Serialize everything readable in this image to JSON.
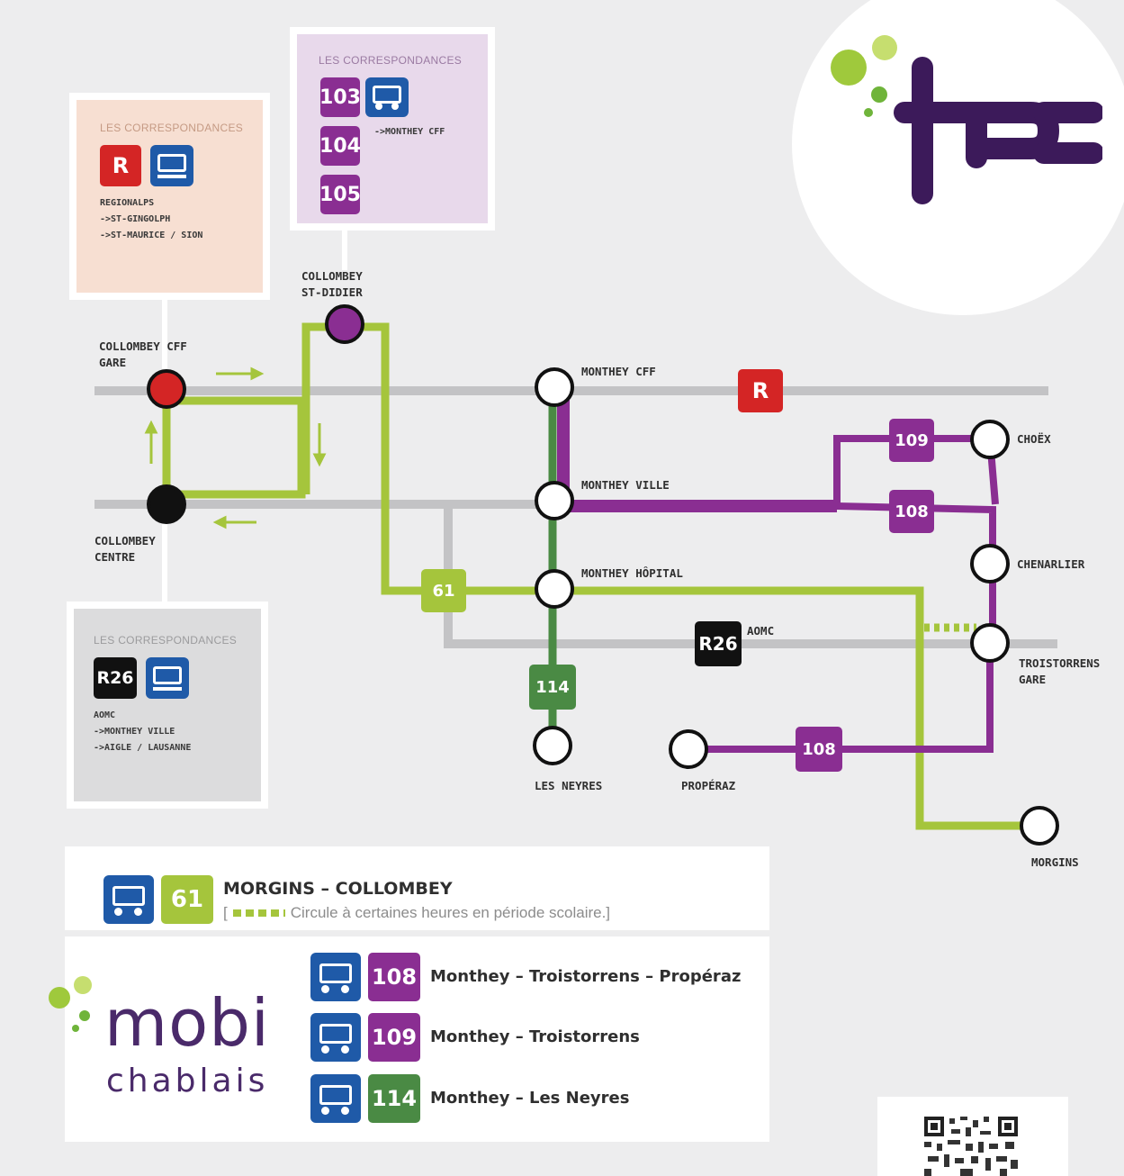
{
  "brand": {
    "tpc_logo": "tpc",
    "mobi": "mobi",
    "chablais": "chablais"
  },
  "boxes": {
    "correspondances_title": "LES CORRESPONDANCES",
    "top": {
      "lines": [
        "103",
        "104",
        "105"
      ],
      "dest": "->MONTHEY CFF"
    },
    "left": {
      "badge": "R",
      "lines": [
        "REGIONALPS",
        "->ST-GINGOLPH",
        "->ST-MAURICE / SION"
      ]
    },
    "bottom": {
      "badge": "R26",
      "lines": [
        "AOMC",
        "->MONTHEY VILLE",
        "->AIGLE / LAUSANNE"
      ]
    }
  },
  "stops": {
    "collombey_st_didier": "COLLOMBEY\nST-DIDIER",
    "collombey_cff_gare": "COLLOMBEY CFF\nGARE",
    "collombey_centre": "COLLOMBEY\nCENTRE",
    "monthey_cff": "MONTHEY CFF",
    "monthey_ville": "MONTHEY VILLE",
    "monthey_hopital": "MONTHEY HÔPITAL",
    "choex": "CHOËX",
    "chenarlier": "CHENARLIER",
    "troistorrens_gare": "TROISTORRENS\nGARE",
    "les_neyres": "LES NEYRES",
    "properaz": "PROPÉRAZ",
    "morgins": "MORGINS",
    "aomc": "AOMC"
  },
  "map_badges": {
    "r": "R",
    "r26": "R26",
    "l61": "61",
    "l109": "109",
    "l108a": "108",
    "l108b": "108",
    "l114": "114"
  },
  "legend": {
    "line61": "61",
    "line61_title": "MORGINS – COLLOMBEY",
    "line61_note_pre": "[",
    "line61_note": "Circule à certaines heures en période scolaire.]",
    "rows": [
      {
        "num": "108",
        "text": "Monthey – Troistorrens – Propéraz"
      },
      {
        "num": "109",
        "text": "Monthey – Troistorrens"
      },
      {
        "num": "114",
        "text": "Monthey – Les Neyres"
      }
    ]
  },
  "colors": {
    "lime": "#a5c53c",
    "purple": "#8a2e92",
    "green": "#4a8a44",
    "grey": "#c3c3c5",
    "red": "#d42525",
    "blue": "#1f5aa8",
    "dark_purple": "#3c1a5a"
  }
}
